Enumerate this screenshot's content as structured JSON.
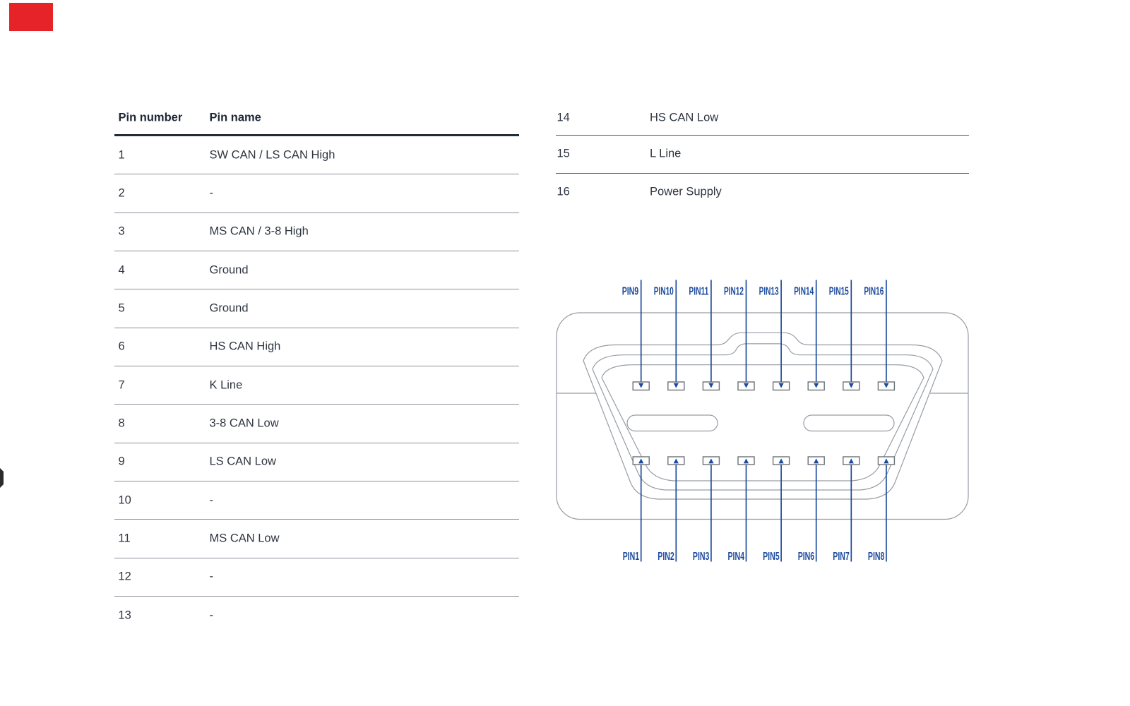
{
  "page": {
    "background": "#ffffff"
  },
  "decorations": {
    "red_marker_color": "#e52328",
    "edge_mark_color": "#2b2b2b"
  },
  "pinout_table": {
    "columns": [
      "Pin number",
      "Pin name"
    ],
    "left_rows": [
      {
        "number": "1",
        "name": "SW CAN / LS CAN High"
      },
      {
        "number": "2",
        "name": "-"
      },
      {
        "number": "3",
        "name": "MS CAN / 3-8 High"
      },
      {
        "number": "4",
        "name": "Ground"
      },
      {
        "number": "5",
        "name": "Ground"
      },
      {
        "number": "6",
        "name": "HS CAN High"
      },
      {
        "number": "7",
        "name": "K Line"
      },
      {
        "number": "8",
        "name": "3-8 CAN Low"
      },
      {
        "number": "9",
        "name": "LS CAN Low"
      },
      {
        "number": "10",
        "name": "-"
      },
      {
        "number": "11",
        "name": "MS CAN Low"
      },
      {
        "number": "12",
        "name": "-"
      },
      {
        "number": "13",
        "name": "-"
      }
    ],
    "right_rows": [
      {
        "number": "14",
        "name": "HS CAN Low"
      },
      {
        "number": "15",
        "name": "L Line"
      },
      {
        "number": "16",
        "name": "Power Supply"
      }
    ]
  },
  "connector_diagram": {
    "top_pin_labels": [
      "PIN9",
      "PIN10",
      "PIN11",
      "PIN12",
      "PIN13",
      "PIN14",
      "PIN15",
      "PIN16"
    ],
    "bottom_pin_labels": [
      "PIN1",
      "PIN2",
      "PIN3",
      "PIN4",
      "PIN5",
      "PIN6",
      "PIN7",
      "PIN8"
    ],
    "label_color": "#1c4b9d",
    "leader_line_color": "#1c4b9d",
    "outline_color": "#979ca4",
    "pin_box_color": "#6a717b"
  }
}
